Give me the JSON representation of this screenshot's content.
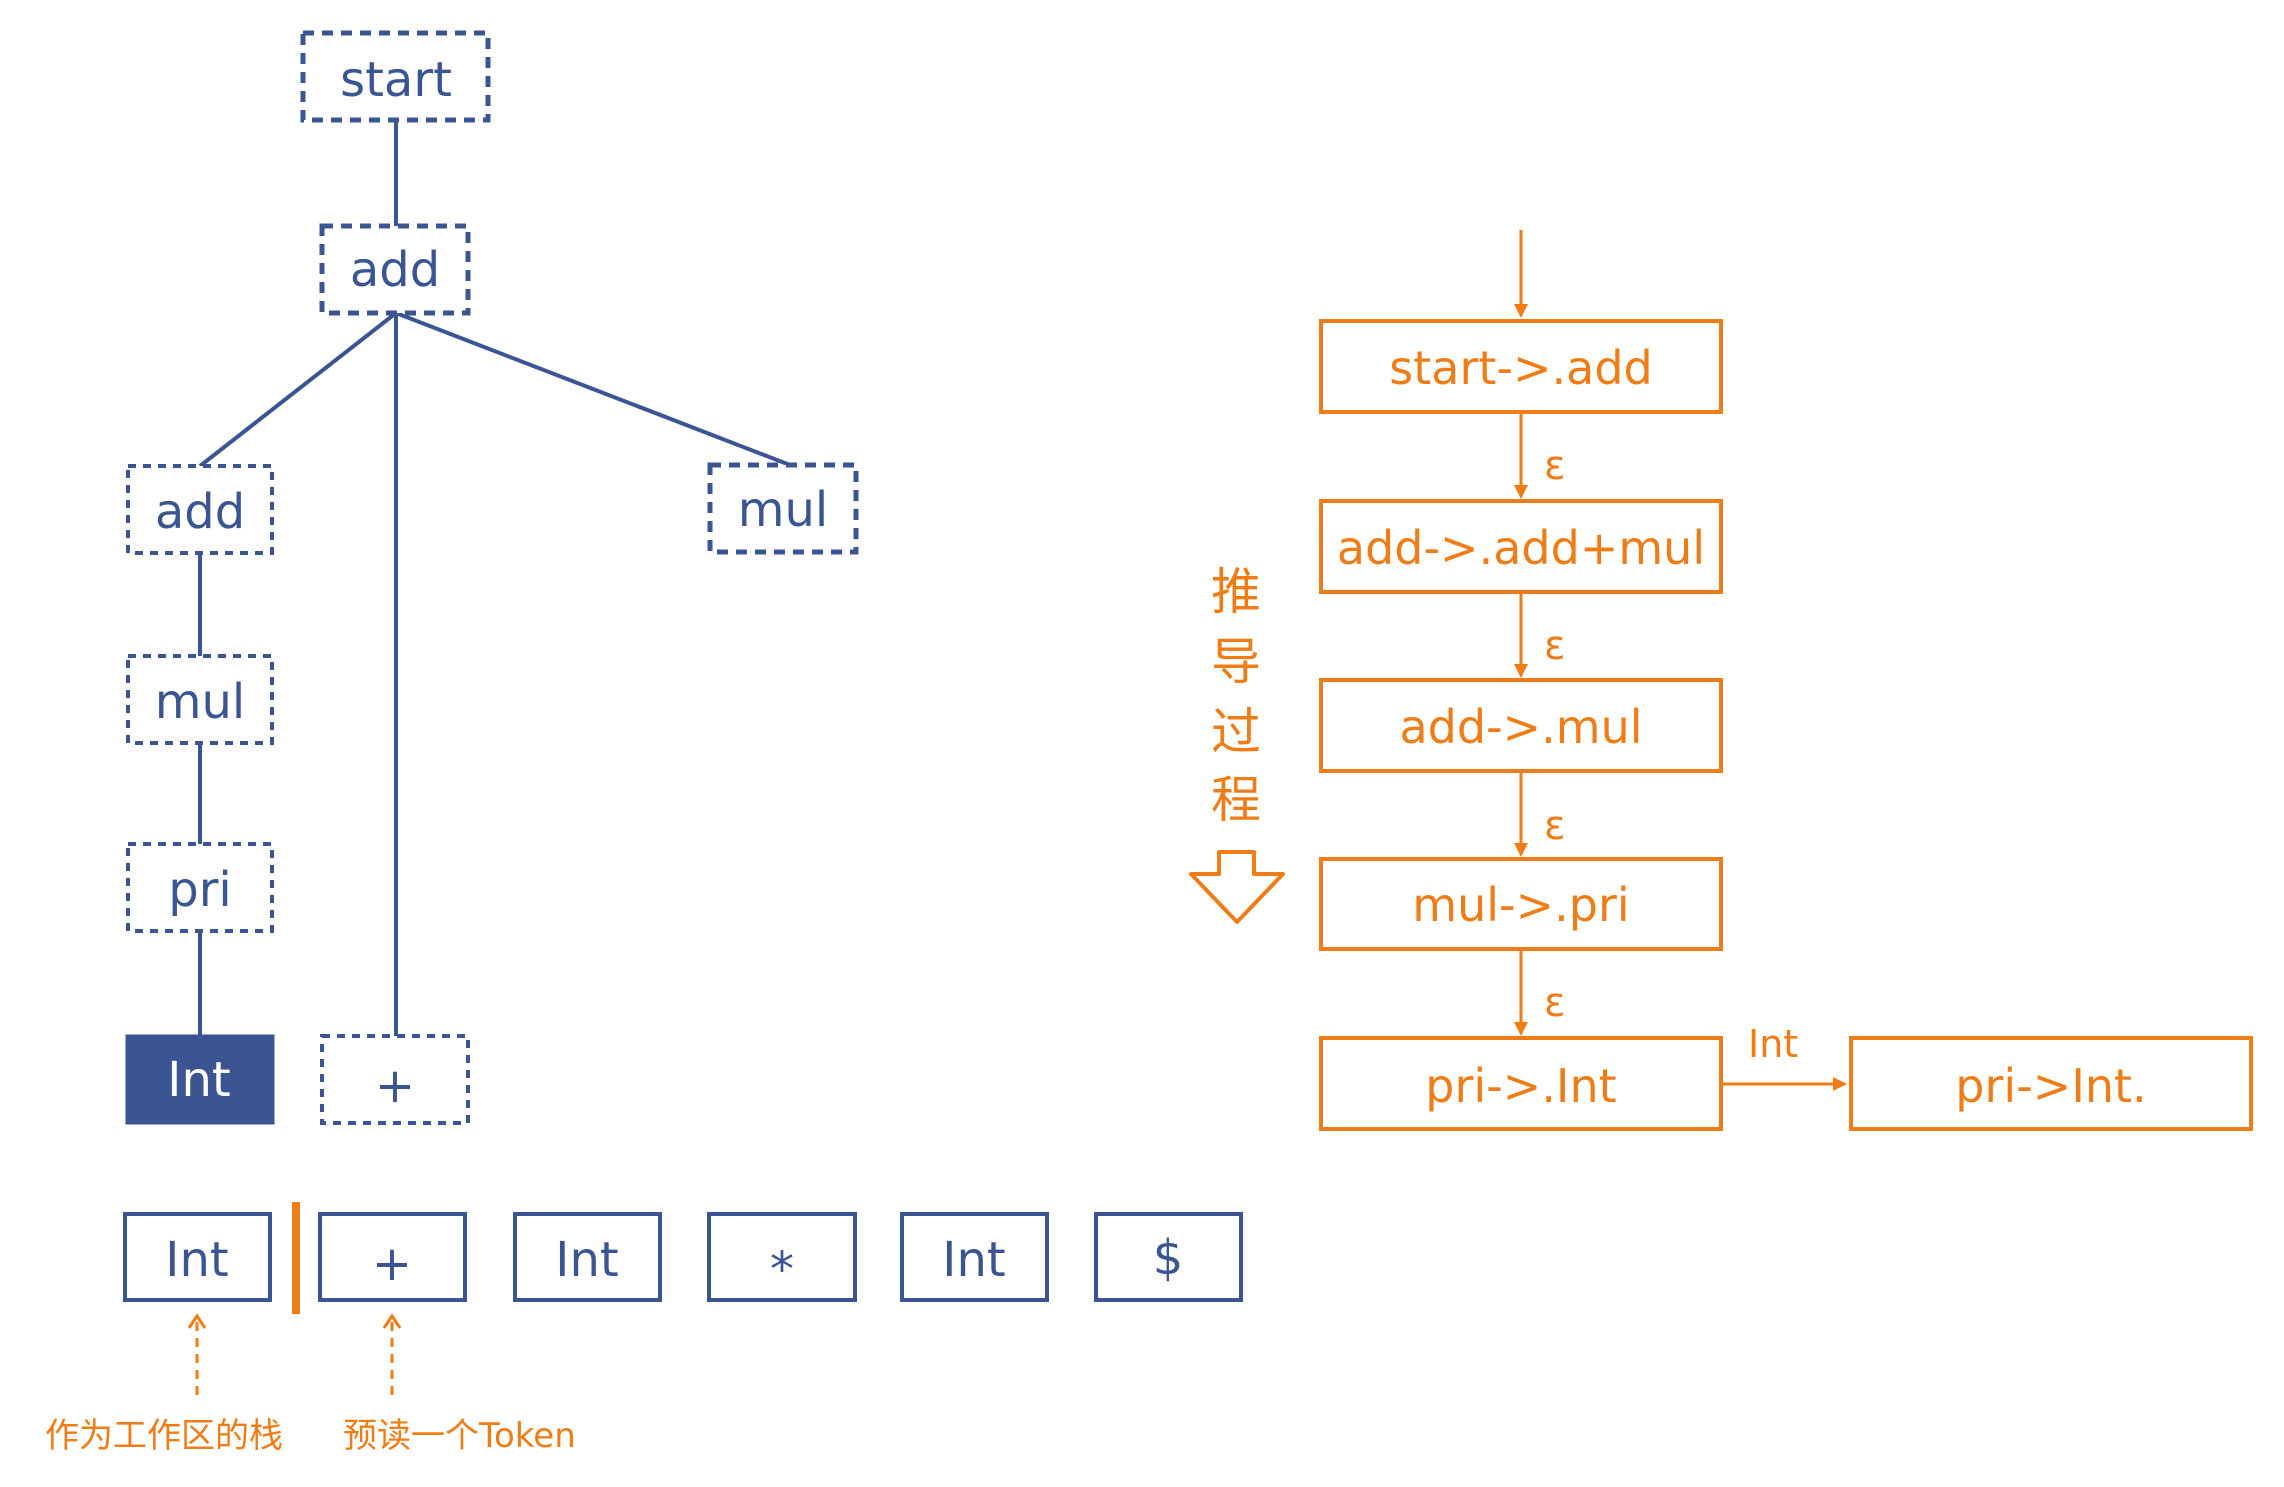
{
  "colors": {
    "tree_blue": "#3b5593",
    "tree_fill_selected": "#3b5593",
    "orange": "#ef7d17",
    "background": "#ffffff"
  },
  "tree": {
    "nodes": {
      "start": "start",
      "add_root": "add",
      "add_left": "add",
      "mul_right": "mul",
      "mul_left": "mul",
      "pri": "pri",
      "int_leaf": "Int",
      "plus_leaf": "+"
    }
  },
  "tokens": [
    "Int",
    "+",
    "Int",
    "*",
    "Int",
    "$"
  ],
  "annotations": {
    "stack": "作为工作区的栈",
    "lookahead": "预读一个Token"
  },
  "derivation": {
    "label_chars": [
      "推",
      "导",
      "过",
      "程"
    ],
    "states": [
      "start->.add",
      "add->.add+mul",
      "add->.mul",
      "mul->.pri",
      "pri->.Int",
      "pri->Int."
    ],
    "epsilon": "ε",
    "transition_label": "Int"
  }
}
